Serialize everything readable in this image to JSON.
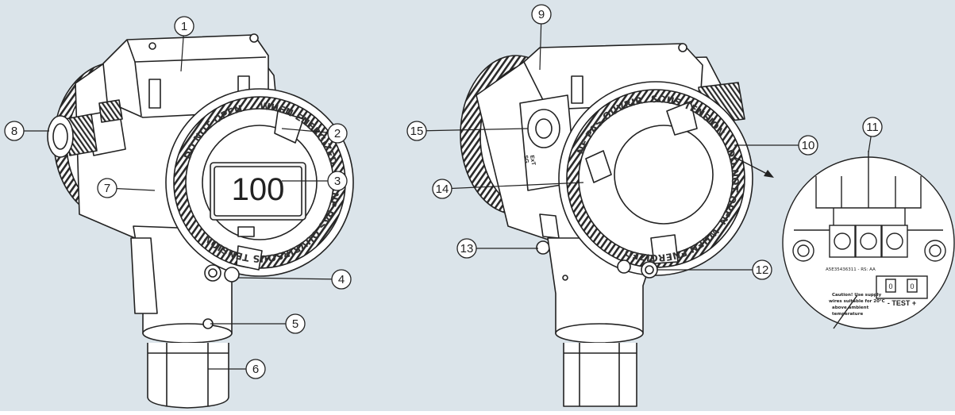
{
  "colors": {
    "background": "#dbe4ea",
    "line": "#222222",
    "body_fill": "#ffffff"
  },
  "display_reading": "100",
  "left_device": {
    "rim_text": [
      "SOUS TENSION",
      "DO NOT OPEN",
      "WHEN ENERGIZED",
      "NE PAS OUVRIR"
    ]
  },
  "right_device": {
    "rim_text": [
      "WHEN ENERGIZED",
      "NE PAS OUVRIR",
      "SOUS TENSION",
      "DO NOT OPEN"
    ],
    "plug_label_1": "ExT",
    "plug_label_2": "SG"
  },
  "terminal_board": {
    "part_number": "A5E35436311 - RS: AA",
    "caution_lines": [
      "Caution! Use supply",
      "wires suitable for 20°C",
      "above ambient",
      "temperature"
    ],
    "test_label": "- TEST +",
    "terminal_marks": [
      "0",
      "0"
    ]
  },
  "callouts": [
    {
      "number": "1"
    },
    {
      "number": "2"
    },
    {
      "number": "3"
    },
    {
      "number": "4"
    },
    {
      "number": "5"
    },
    {
      "number": "6"
    },
    {
      "number": "7"
    },
    {
      "number": "8"
    },
    {
      "number": "9"
    },
    {
      "number": "10"
    },
    {
      "number": "11"
    },
    {
      "number": "12"
    },
    {
      "number": "13"
    },
    {
      "number": "14"
    },
    {
      "number": "15"
    }
  ]
}
